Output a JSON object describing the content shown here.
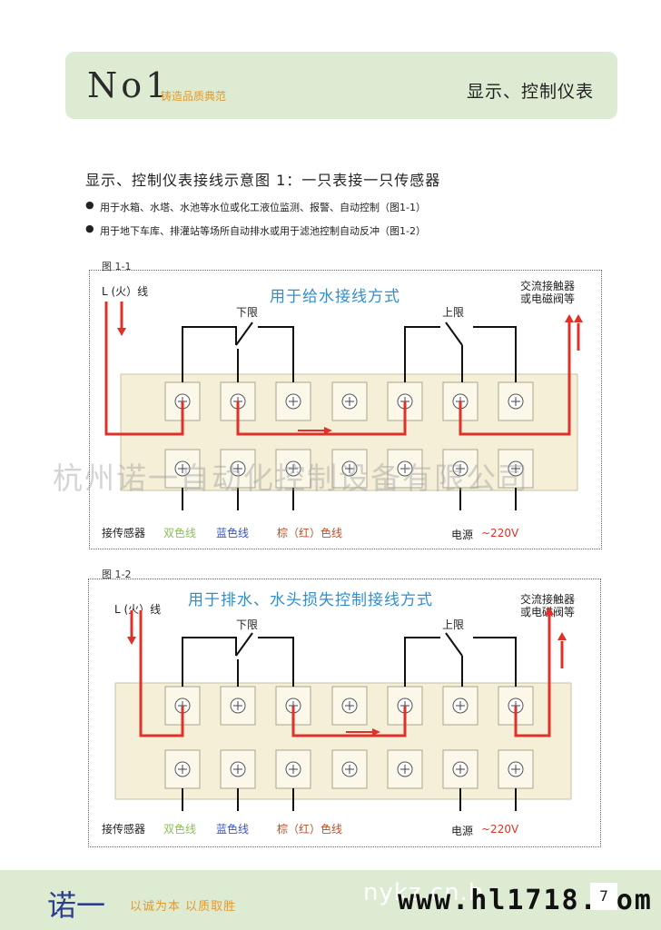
{
  "header": {
    "brand_no": "No1",
    "brand_sub": "铸造品质典范",
    "title": "显示、控制仪表"
  },
  "section": {
    "title": "显示、控制仪表接线示意图 1：一只表接一只传感器",
    "bullets": [
      "用于水箱、水塔、水池等水位或化工液位监测、报警、自动控制（图1-1）",
      "用于地下车库、排灌站等场所自动排水或用于滤池控制自动反冲（图1-2）"
    ]
  },
  "figures": [
    {
      "label": "图 1-1",
      "title": "用于给水接线方式",
      "live_label": "L (火）线",
      "relay_label_1": "交流接触器",
      "relay_label_2": "或电磁阀等",
      "lower_limit": "下限",
      "upper_limit": "上限",
      "sensor_label": "接传感器",
      "wire_twocolor": "双色线",
      "wire_blue": "蓝色线",
      "wire_brown": "棕（红）色线",
      "power_label": "电源",
      "power_voltage": "~220V"
    },
    {
      "label": "图 1-2",
      "title": "用于排水、水头损失控制接线方式",
      "live_label": "L (火）线",
      "relay_label_1": "交流接触器",
      "relay_label_2": "或电磁阀等",
      "lower_limit": "下限",
      "upper_limit": "上限",
      "sensor_label": "接传感器",
      "wire_twocolor": "双色线",
      "wire_blue": "蓝色线",
      "wire_brown": "棕（红）色线",
      "power_label": "电源",
      "power_voltage": "~220V"
    }
  ],
  "watermark": "杭州诺一自动化控制设备有限公司",
  "footer": {
    "brand": "诺一",
    "slogan": "以诚为本  以质取胜",
    "site_faint": "nykz.cn.h",
    "site": "www.hl1718.com",
    "page": "7"
  },
  "colors": {
    "header_band": "#dcebd2",
    "accent_orange": "#e39a2b",
    "title_blue": "#2f8fd0",
    "wire_red": "#e0302a",
    "wire_twocolor": "#8bbf5a",
    "wire_blue": "#3a55b8",
    "wire_brown": "#b5502a",
    "voltage_red": "#e0302a",
    "terminal_block": "#f4efd6"
  }
}
